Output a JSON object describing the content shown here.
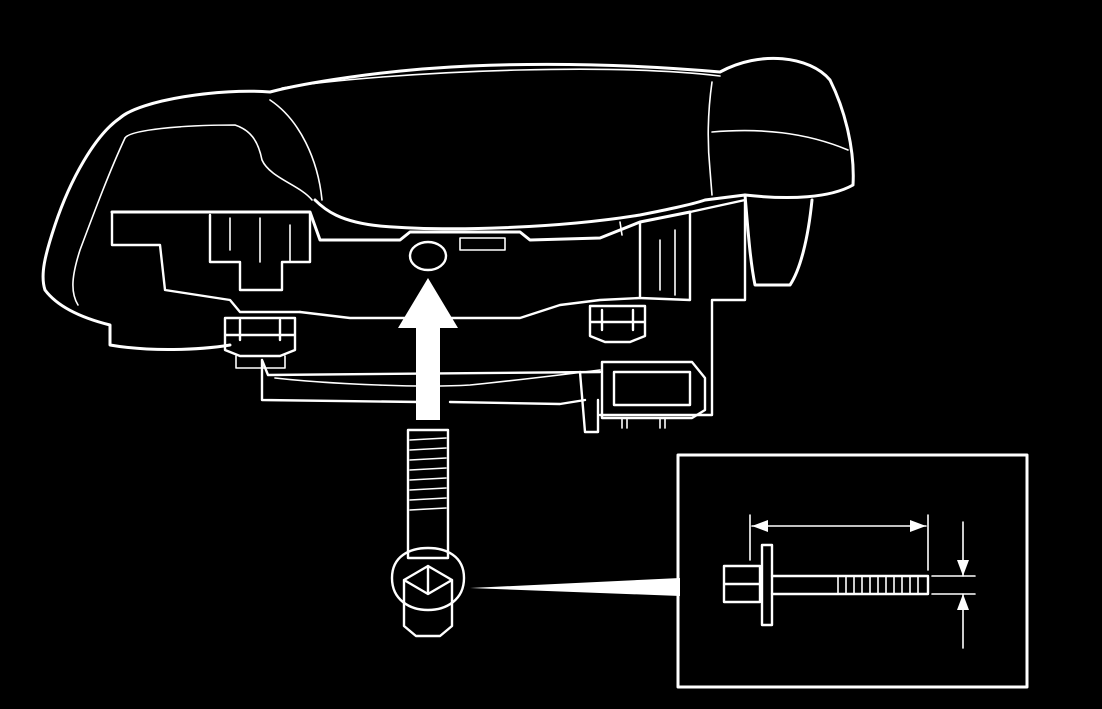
{
  "figure": {
    "background_color": "#000000",
    "line_color": "#ffffff",
    "components": [
      "seat-cushion-assembly",
      "installation-arrow",
      "seat-bolt",
      "bolt-detail-inset"
    ],
    "inset": {
      "dimension_markers": [
        "bolt-length-dimension",
        "bolt-diameter-dimension"
      ]
    }
  }
}
